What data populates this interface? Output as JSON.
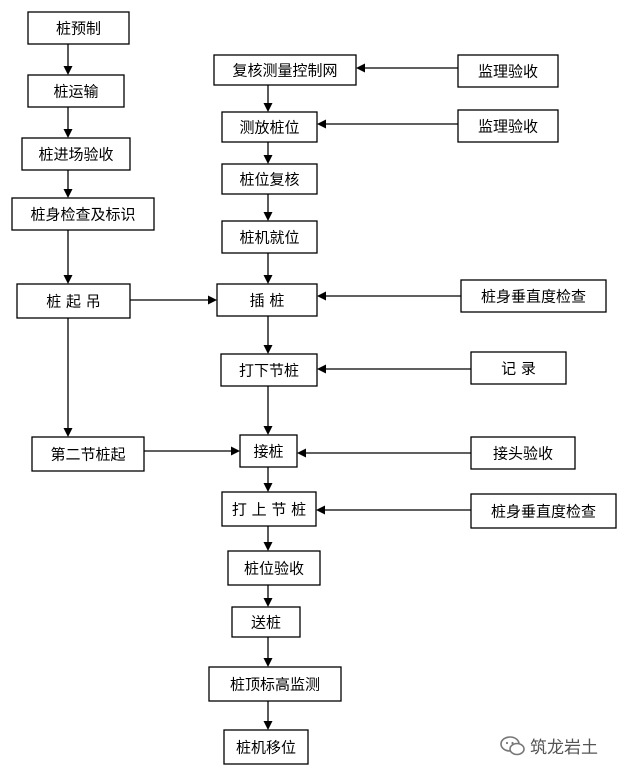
{
  "diagram": {
    "nodes": [
      {
        "id": "yuzhi",
        "label": "桩预制"
      },
      {
        "id": "yunshu",
        "label": "桩运输"
      },
      {
        "id": "jinchang",
        "label": "桩进场验收"
      },
      {
        "id": "jiancha",
        "label": "桩身检查及标识"
      },
      {
        "id": "qidiao",
        "label": "桩 起 吊"
      },
      {
        "id": "dierjie",
        "label": "第二节桩起"
      },
      {
        "id": "fuhe",
        "label": "复核测量控制网"
      },
      {
        "id": "cefang",
        "label": "测放桩位"
      },
      {
        "id": "zhuangweifuhe",
        "label": "桩位复核"
      },
      {
        "id": "jiuwei",
        "label": "桩机就位"
      },
      {
        "id": "chazhuang",
        "label": "插    桩"
      },
      {
        "id": "daxia",
        "label": "打下节桩"
      },
      {
        "id": "jiezhuang",
        "label": "接桩"
      },
      {
        "id": "dashang",
        "label": "打 上 节 桩"
      },
      {
        "id": "yanshou",
        "label": "桩位验收"
      },
      {
        "id": "songzhuang",
        "label": "送桩"
      },
      {
        "id": "biaogao",
        "label": "桩顶标高监测"
      },
      {
        "id": "yiwei",
        "label": "桩机移位"
      },
      {
        "id": "jianli1",
        "label": "监理验收"
      },
      {
        "id": "jianli2",
        "label": "监理验收"
      },
      {
        "id": "chuizhi1",
        "label": "桩身垂直度检查"
      },
      {
        "id": "jilu",
        "label": "记    录"
      },
      {
        "id": "jietou",
        "label": "接头验收"
      },
      {
        "id": "chuizhi2",
        "label": "桩身垂直度检查"
      }
    ],
    "edges": [
      {
        "from": "yuzhi",
        "to": "yunshu"
      },
      {
        "from": "yunshu",
        "to": "jinchang"
      },
      {
        "from": "jinchang",
        "to": "jiancha"
      },
      {
        "from": "jiancha",
        "to": "qidiao"
      },
      {
        "from": "qidiao",
        "to": "dierjie"
      },
      {
        "from": "qidiao",
        "to": "chazhuang"
      },
      {
        "from": "dierjie",
        "to": "jiezhuang"
      },
      {
        "from": "fuhe",
        "to": "cefang"
      },
      {
        "from": "cefang",
        "to": "zhuangweifuhe"
      },
      {
        "from": "zhuangweifuhe",
        "to": "jiuwei"
      },
      {
        "from": "jiuwei",
        "to": "chazhuang"
      },
      {
        "from": "chazhuang",
        "to": "daxia"
      },
      {
        "from": "daxia",
        "to": "jiezhuang"
      },
      {
        "from": "jiezhuang",
        "to": "dashang"
      },
      {
        "from": "dashang",
        "to": "yanshou"
      },
      {
        "from": "yanshou",
        "to": "songzhuang"
      },
      {
        "from": "songzhuang",
        "to": "biaogao"
      },
      {
        "from": "biaogao",
        "to": "yiwei"
      },
      {
        "from": "jianli1",
        "to": "fuhe"
      },
      {
        "from": "jianli2",
        "to": "cefang"
      },
      {
        "from": "chuizhi1",
        "to": "chazhuang"
      },
      {
        "from": "jilu",
        "to": "daxia"
      },
      {
        "from": "jietou",
        "to": "jiezhuang"
      },
      {
        "from": "chuizhi2",
        "to": "dashang"
      }
    ]
  },
  "watermark": {
    "text": "筑龙岩土",
    "icon": "wechat-icon"
  }
}
